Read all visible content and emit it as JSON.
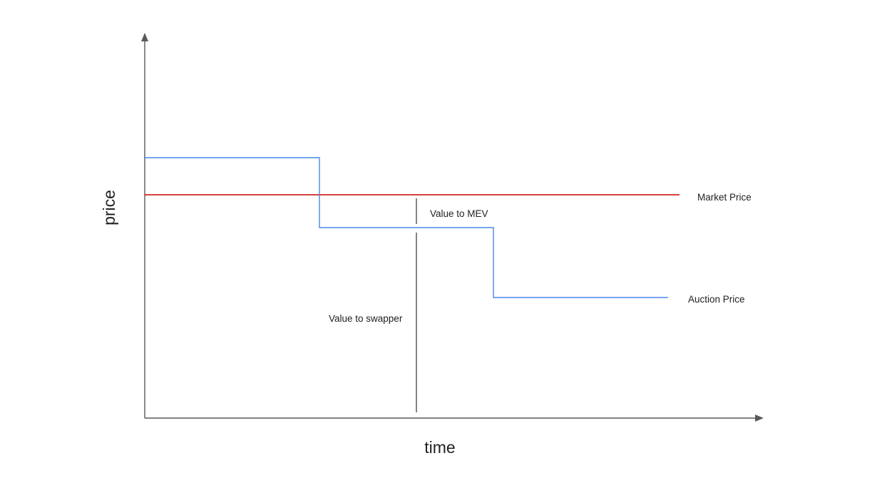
{
  "axes": {
    "x_label": "time",
    "y_label": "price"
  },
  "lines": {
    "market_price": {
      "label": "Market Price",
      "color": "#cc0000"
    },
    "auction_price": {
      "label": "Auction Price",
      "color": "#4a86e8"
    }
  },
  "annotations": {
    "value_to_mev": "Value to MEV",
    "value_to_swapper": "Value to swapper"
  },
  "colors": {
    "axis": "#595959",
    "marker": "#333333",
    "background": "#ffffff"
  }
}
